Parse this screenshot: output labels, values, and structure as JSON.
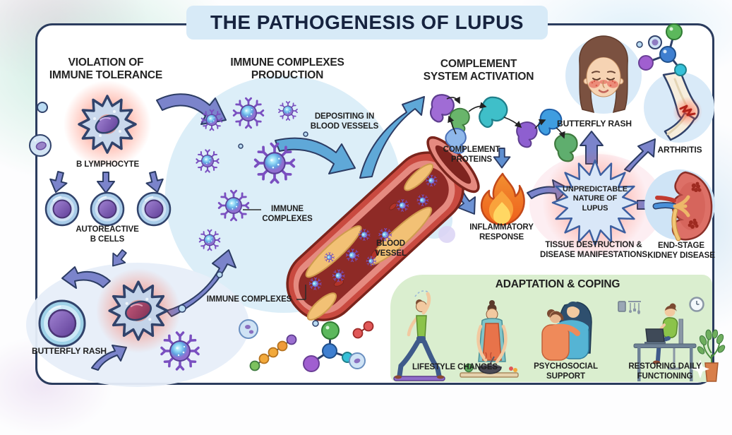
{
  "title": "THE PATHOGENESIS OF LUPUS",
  "sections": {
    "violation": {
      "heading_lines": [
        "VIOLATION OF",
        "IMMUNE TOLERANCE"
      ]
    },
    "production": {
      "heading_lines": [
        "IMMUNE COMPLEXES",
        "PRODUCTION"
      ]
    },
    "complement": {
      "heading_lines": [
        "COMPLEMENT",
        "SYSTEM ACTIVATION"
      ]
    },
    "adaptation": {
      "heading": "ADAPTATION & COPING"
    }
  },
  "labels": {
    "b_lymphocyte": "B LYMPHOCYTE",
    "autoreactive_lines": [
      "AUTOREACTIVE",
      "B CELLS"
    ],
    "butterfly_rash_left": "BUTTERFLY RASH",
    "depositing_lines": [
      "DEPOSITING IN",
      "BLOOD VESSELS"
    ],
    "immune_complexes_mid_lines": [
      "IMMUNE",
      "COMPLEXES"
    ],
    "blood_vessel_lines": [
      "BLOOD",
      "VESSEL"
    ],
    "immune_complexes_bottom": "IMMUNE COMPLEXES",
    "complement_proteins_lines": [
      "COMPLEMENT",
      "PROTEINS"
    ],
    "inflammatory_lines": [
      "INFLAMMATORY",
      "RESPONSE"
    ],
    "butterfly_rash_right": "BUTTERFLY RASH",
    "arthritis": "ARTHRITIS",
    "unpredictable_lines": [
      "UNPREDICTABLE",
      "NATURE OF",
      "LUPUS"
    ],
    "tissue_lines": [
      "TISSUE DESTRUCTION &",
      "DISEASE MANIFESTATIONS"
    ],
    "end_stage_lines": [
      "END-STAGE",
      "KIDNEY DISEASE"
    ],
    "lifestyle_changes": "LIFESTYLE CHANGES",
    "psychosocial_lines": [
      "PSYCHOSOCIAL",
      "SUPPORT"
    ],
    "restoring_lines": [
      "RESTORING DAILY",
      "FUNCTIONING"
    ]
  },
  "icons": {
    "b_lymphocyte_cell": "spiky-immune-cell-with-red-glow",
    "autoreactive_b_cells": "three-round-cells",
    "activated_cell": "spiky-cell-red-glow",
    "round_b_cell": "large-round-cell",
    "immune_complexes": "blue-virus-like-particles-with-purple-antibodies",
    "blood_vessel": "cut-open-artery-with-deposits",
    "complement_proteins": "colored-bean-shapes-chain",
    "flame": "inflammation-fire",
    "starburst": "spiky-star-badge",
    "butterfly_rash_face": "woman-face-with-red-cheek-rash",
    "arthritis_knee": "inflamed-knee-joint",
    "end_stage_kidney": "damaged-kidney",
    "molecules": "ball-and-stick-molecules",
    "yoga_figure": "person-stretching-on-mat",
    "cooking_figure": "person-cooking-healthy-food",
    "hugging_figures": "two-people-hugging",
    "desk_figure": "person-working-at-desk-with-laptop-plant-clock",
    "sparkle": "white-four-point-star"
  },
  "colors": {
    "panel_border": "#2b3c5e",
    "title_bg": "#d7eaf7",
    "title_text": "#16233f",
    "heading_text": "#242424",
    "label_text": "#1f1f1f",
    "arrow_purple": "#7b84cb",
    "arrow_teal": "#5fa8d8",
    "adaptation_panel_bg": "#daeecf",
    "glow_red": "#ff4530",
    "flame_orange": "#f08020",
    "vessel_red": "#c94a40",
    "complex_purple": "#7a4fc0",
    "complex_blue_core": "#6db5ee",
    "cell_body_blue": "#c9d8ec",
    "nucleus_purple": "#5f3e96"
  }
}
